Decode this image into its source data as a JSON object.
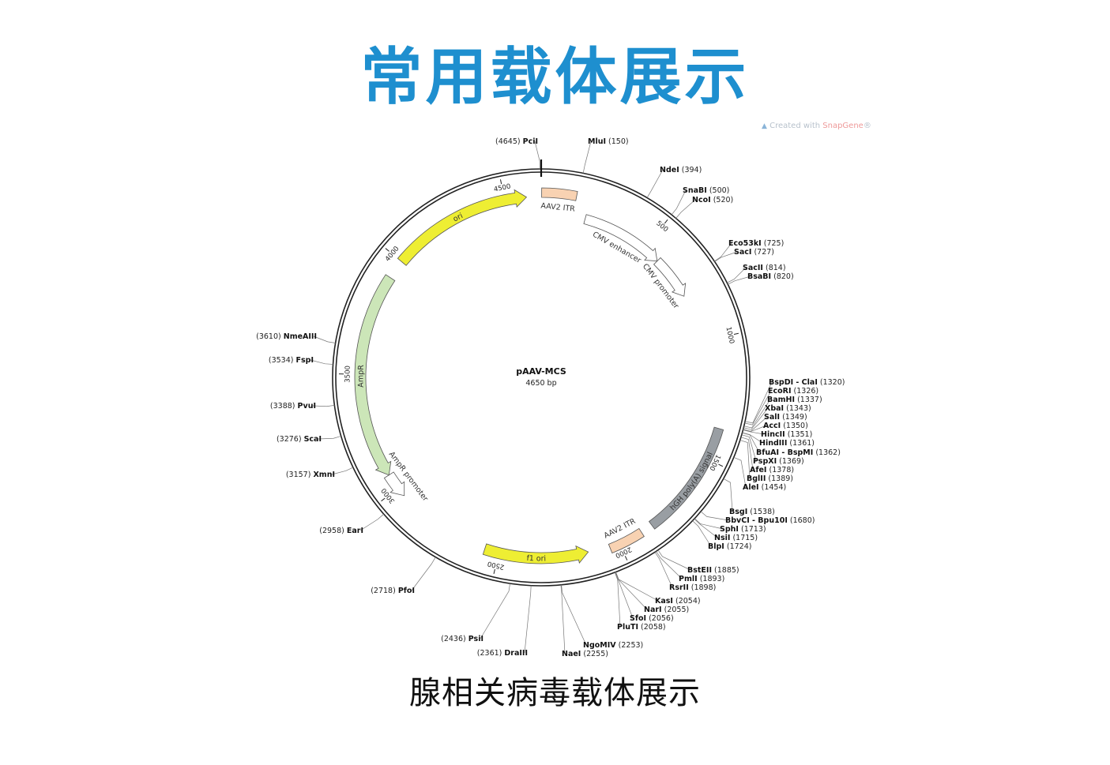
{
  "title": "常用载体展示",
  "caption": "腺相关病毒载体展示",
  "watermark": {
    "prefix": "Created with ",
    "brand": "SnapGene",
    "suffix": "®",
    "icon": "snapgene-logo-icon"
  },
  "colors": {
    "title": "#1e8fcf",
    "ori": "#eeee33",
    "ampr": "#cce6b8",
    "itr": "#f8d2b2",
    "polyA": "#999ea3",
    "f1_ori": "#eeee33",
    "outline": "#444444"
  },
  "plasmid": {
    "name": "pAAV-MCS",
    "size_label": "4650 bp",
    "length": 4650,
    "ticks": [
      {
        "pos": 500,
        "label": "500"
      },
      {
        "pos": 1000,
        "label": "1000"
      },
      {
        "pos": 1500,
        "label": "1500"
      },
      {
        "pos": 2000,
        "label": "2000"
      },
      {
        "pos": 2500,
        "label": "2500"
      },
      {
        "pos": 3000,
        "label": "3000"
      },
      {
        "pos": 3500,
        "label": "3500"
      },
      {
        "pos": 4000,
        "label": "4000"
      },
      {
        "pos": 4500,
        "label": "4500"
      }
    ],
    "features": [
      {
        "name": "AAV2 ITR",
        "start": 2,
        "end": 143,
        "shape": "box",
        "color": "itr"
      },
      {
        "name": "CMV enhancer",
        "start": 200,
        "end": 580,
        "shape": "arrow-cw",
        "color": "outline"
      },
      {
        "name": "CMV promoter",
        "start": 580,
        "end": 780,
        "shape": "arrow-cw",
        "color": "outline"
      },
      {
        "name": "hGH poly(A) signal",
        "start": 1370,
        "end": 1850,
        "shape": "box",
        "color": "polyA"
      },
      {
        "name": "AAV2 ITR",
        "start": 1900,
        "end": 2041,
        "shape": "box",
        "color": "itr"
      },
      {
        "name": "f1 ori",
        "start": 2130,
        "end": 2560,
        "shape": "arrow-ccw",
        "color": "f1_ori"
      },
      {
        "name": "AmpR promoter",
        "start": 2960,
        "end": 3065,
        "shape": "arrow-ccw",
        "color": "outline"
      },
      {
        "name": "AmpR",
        "start": 3065,
        "end": 3920,
        "shape": "arrow-ccw",
        "color": "ampr"
      },
      {
        "name": "ori",
        "start": 4000,
        "end": 4590,
        "shape": "arrow-cw",
        "color": "ori"
      }
    ],
    "sites": [
      {
        "name": "PciI",
        "pos": "(4645)",
        "angle_pos": 4645,
        "side": "left"
      },
      {
        "name": "MluI",
        "pos": "(150)",
        "angle_pos": 150,
        "side": "right"
      },
      {
        "name": "NdeI",
        "pos": "(394)",
        "angle_pos": 394,
        "side": "right"
      },
      {
        "name": "SnaBI",
        "pos": "(500)",
        "angle_pos": 500,
        "side": "right"
      },
      {
        "name": "NcoI",
        "pos": "(520)",
        "angle_pos": 520,
        "side": "right"
      },
      {
        "name": "Eco53kI",
        "pos": "(725)",
        "angle_pos": 725,
        "side": "right"
      },
      {
        "name": "SacI",
        "pos": "(727)",
        "angle_pos": 727,
        "side": "right"
      },
      {
        "name": "SacII",
        "pos": "(814)",
        "angle_pos": 814,
        "side": "right"
      },
      {
        "name": "BsaBI",
        "pos": "(820)",
        "angle_pos": 820,
        "side": "right"
      },
      {
        "name": "BspDI - ClaI",
        "pos": "(1320)",
        "angle_pos": 1320,
        "side": "right"
      },
      {
        "name": "EcoRI",
        "pos": "(1326)",
        "angle_pos": 1326,
        "side": "right"
      },
      {
        "name": "BamHI",
        "pos": "(1337)",
        "angle_pos": 1337,
        "side": "right"
      },
      {
        "name": "XbaI",
        "pos": "(1343)",
        "angle_pos": 1343,
        "side": "right"
      },
      {
        "name": "SalI",
        "pos": "(1349)",
        "angle_pos": 1349,
        "side": "right"
      },
      {
        "name": "AccI",
        "pos": "(1350)",
        "angle_pos": 1350,
        "side": "right"
      },
      {
        "name": "HincII",
        "pos": "(1351)",
        "angle_pos": 1351,
        "side": "right"
      },
      {
        "name": "HindIII",
        "pos": "(1361)",
        "angle_pos": 1361,
        "side": "right"
      },
      {
        "name": "BfuAI - BspMI",
        "pos": "(1362)",
        "angle_pos": 1362,
        "side": "right"
      },
      {
        "name": "PspXI",
        "pos": "(1369)",
        "angle_pos": 1369,
        "side": "right"
      },
      {
        "name": "AfeI",
        "pos": "(1378)",
        "angle_pos": 1378,
        "side": "right"
      },
      {
        "name": "BglII",
        "pos": "(1389)",
        "angle_pos": 1389,
        "side": "right"
      },
      {
        "name": "AleI",
        "pos": "(1454)",
        "angle_pos": 1454,
        "side": "right"
      },
      {
        "name": "BsgI",
        "pos": "(1538)",
        "angle_pos": 1538,
        "side": "right"
      },
      {
        "name": "BbvCI - Bpu10I",
        "pos": "(1680)",
        "angle_pos": 1680,
        "side": "right"
      },
      {
        "name": "SphI",
        "pos": "(1713)",
        "angle_pos": 1713,
        "side": "right"
      },
      {
        "name": "NsiI",
        "pos": "(1715)",
        "angle_pos": 1715,
        "side": "right"
      },
      {
        "name": "BlpI",
        "pos": "(1724)",
        "angle_pos": 1724,
        "side": "right"
      },
      {
        "name": "BstEII",
        "pos": "(1885)",
        "angle_pos": 1885,
        "side": "right"
      },
      {
        "name": "PmlI",
        "pos": "(1893)",
        "angle_pos": 1893,
        "side": "right"
      },
      {
        "name": "RsrII",
        "pos": "(1898)",
        "angle_pos": 1898,
        "side": "right"
      },
      {
        "name": "KasI",
        "pos": "(2054)",
        "angle_pos": 2054,
        "side": "right"
      },
      {
        "name": "NarI",
        "pos": "(2055)",
        "angle_pos": 2055,
        "side": "right"
      },
      {
        "name": "SfoI",
        "pos": "(2056)",
        "angle_pos": 2056,
        "side": "right"
      },
      {
        "name": "PluTI",
        "pos": "(2058)",
        "angle_pos": 2058,
        "side": "right"
      },
      {
        "name": "NgoMIV",
        "pos": "(2253)",
        "angle_pos": 2253,
        "side": "right"
      },
      {
        "name": "NaeI",
        "pos": "(2255)",
        "angle_pos": 2255,
        "side": "right"
      },
      {
        "name": "DraIII",
        "pos": "(2361)",
        "angle_pos": 2361,
        "side": "left"
      },
      {
        "name": "PsiI",
        "pos": "(2436)",
        "angle_pos": 2436,
        "side": "left"
      },
      {
        "name": "PfoI",
        "pos": "(2718)",
        "angle_pos": 2718,
        "side": "left"
      },
      {
        "name": "EarI",
        "pos": "(2958)",
        "angle_pos": 2958,
        "side": "left"
      },
      {
        "name": "XmnI",
        "pos": "(3157)",
        "angle_pos": 3157,
        "side": "left"
      },
      {
        "name": "ScaI",
        "pos": "(3276)",
        "angle_pos": 3276,
        "side": "left"
      },
      {
        "name": "PvuI",
        "pos": "(3388)",
        "angle_pos": 3388,
        "side": "left"
      },
      {
        "name": "FspI",
        "pos": "(3534)",
        "angle_pos": 3534,
        "side": "left"
      },
      {
        "name": "NmeAIII",
        "pos": "(3610)",
        "angle_pos": 3610,
        "side": "left"
      }
    ]
  }
}
